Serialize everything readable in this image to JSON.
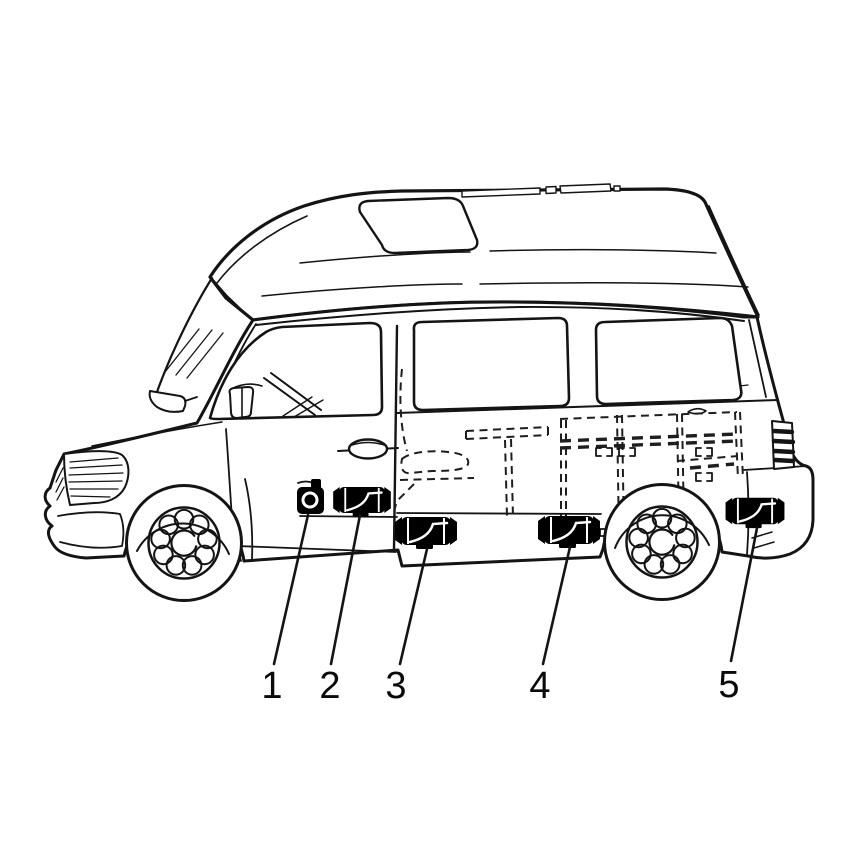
{
  "diagram": {
    "background_color": "#ffffff",
    "line_color": "#141414",
    "component_fill_color": "#000000",
    "callouts": [
      {
        "label": "1"
      },
      {
        "label": "2"
      },
      {
        "label": "3"
      },
      {
        "label": "4"
      },
      {
        "label": "5"
      }
    ]
  }
}
